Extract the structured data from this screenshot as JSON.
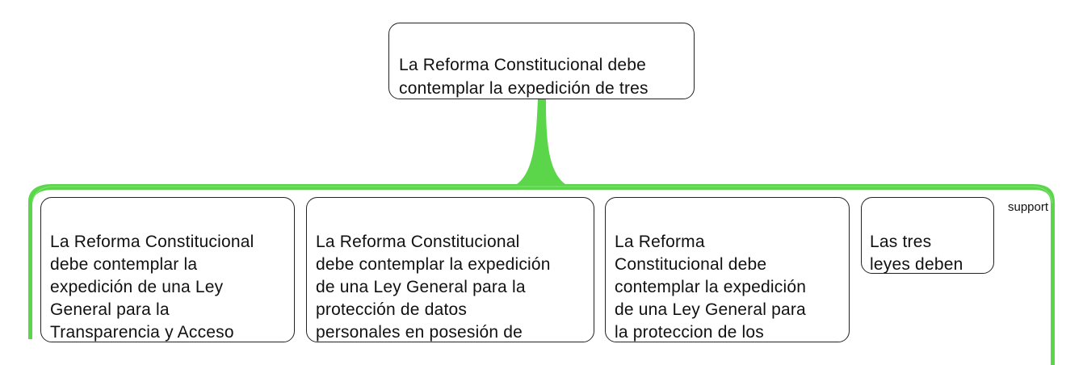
{
  "colors": {
    "connector": "#5BD64B",
    "node_border": "#222222",
    "node_fill": "#ffffff",
    "text": "#111111"
  },
  "root": {
    "text": "La Reforma Constitucional debe\ncontemplar la expedición de tres\nLeyes Generales distintas."
  },
  "children": [
    {
      "text": "La Reforma Constitucional\ndebe contemplar la\nexpedición de una Ley\nGeneral para la\nTransparencia y Acceso\nde la Información Pública."
    },
    {
      "text": "La Reforma Constitucional\ndebe contemplar la expedición\nde una Ley General para la\nprotección de datos\npersonales en posesión de\nentidades públicas."
    },
    {
      "text": "La Reforma\nConstitucional debe\ncontemplar la expedición\nde una Ley General  para\nla proteccion de los\narchivos."
    },
    {
      "text": "Las tres\nleyes deben\nser distintas."
    }
  ],
  "link_label": "support"
}
